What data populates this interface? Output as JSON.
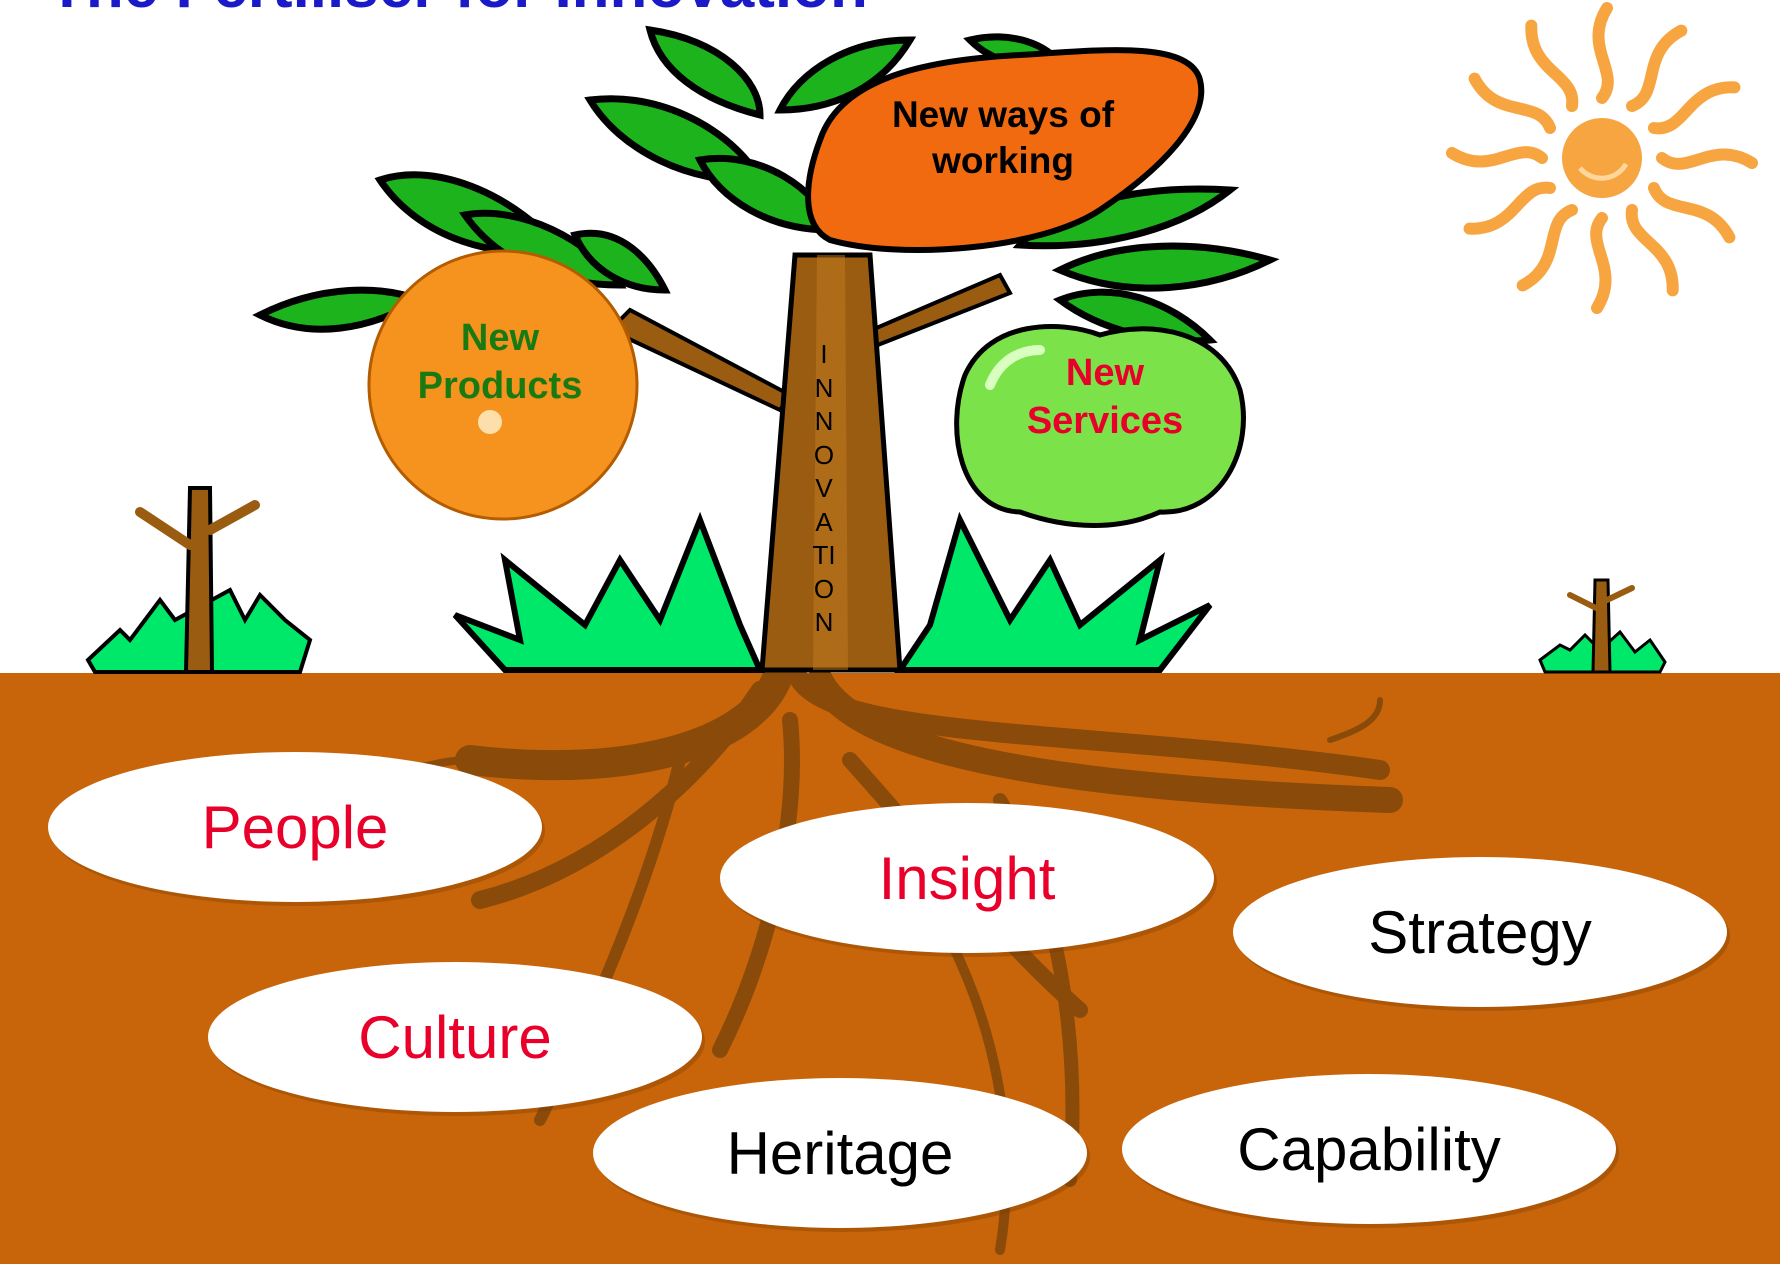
{
  "title": "The Fertiliser for Innovation",
  "trunk_label": "INNOVATION",
  "fruits": {
    "ways": "New ways of working",
    "products": "New Products",
    "services": "New Services"
  },
  "roots": [
    {
      "label": "People",
      "color": "#e8002a"
    },
    {
      "label": "Insight",
      "color": "#e8002a"
    },
    {
      "label": "Strategy",
      "color": "#000000"
    },
    {
      "label": "Culture",
      "color": "#e8002a"
    },
    {
      "label": "Heritage",
      "color": "#000000"
    },
    {
      "label": "Capability",
      "color": "#000000"
    }
  ],
  "colors": {
    "soil": "#c8650a",
    "trunk": "#9a5c10",
    "leaf": "#1db31d",
    "grass": "#00e86a",
    "orange_fruit": "#f5931e",
    "apple_fruit": "#7be24a",
    "sweet_potato": "#f26a10",
    "sun": "#f7a541",
    "title": "#1a1ac8",
    "products_text": "#1a7a12",
    "services_text": "#e8002a"
  }
}
